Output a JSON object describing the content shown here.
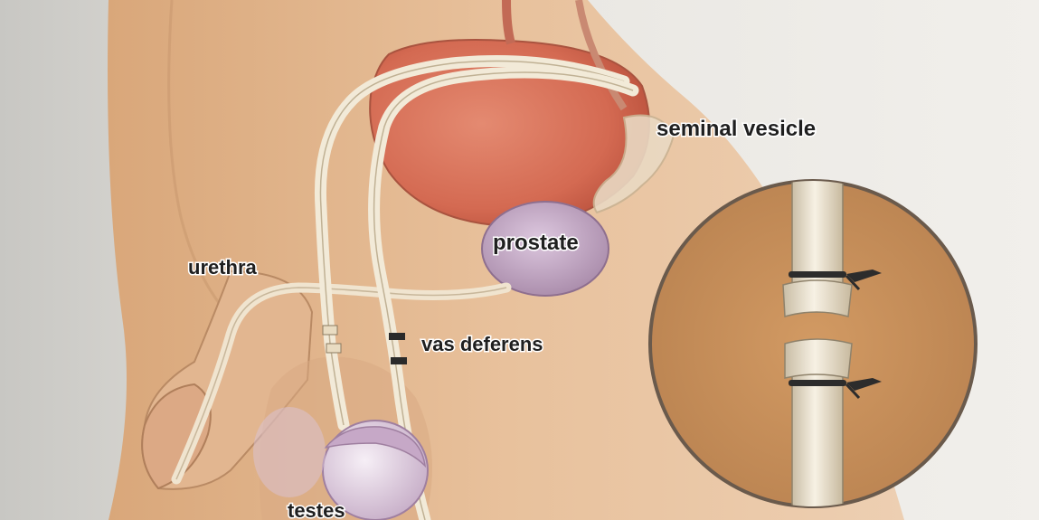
{
  "labels": {
    "seminal_vesicle": "seminal vesicle",
    "prostate": "prostate",
    "urethra": "urethra",
    "vas_deferens": "vas deferens",
    "testes": "testes"
  },
  "colors": {
    "skin": "#e0b48c",
    "bladder": "#d9735c",
    "prostate": "#c9aecb",
    "testis": "#e9dcea",
    "duct": "#f2ead8",
    "inset_fill": "#c9925d"
  }
}
